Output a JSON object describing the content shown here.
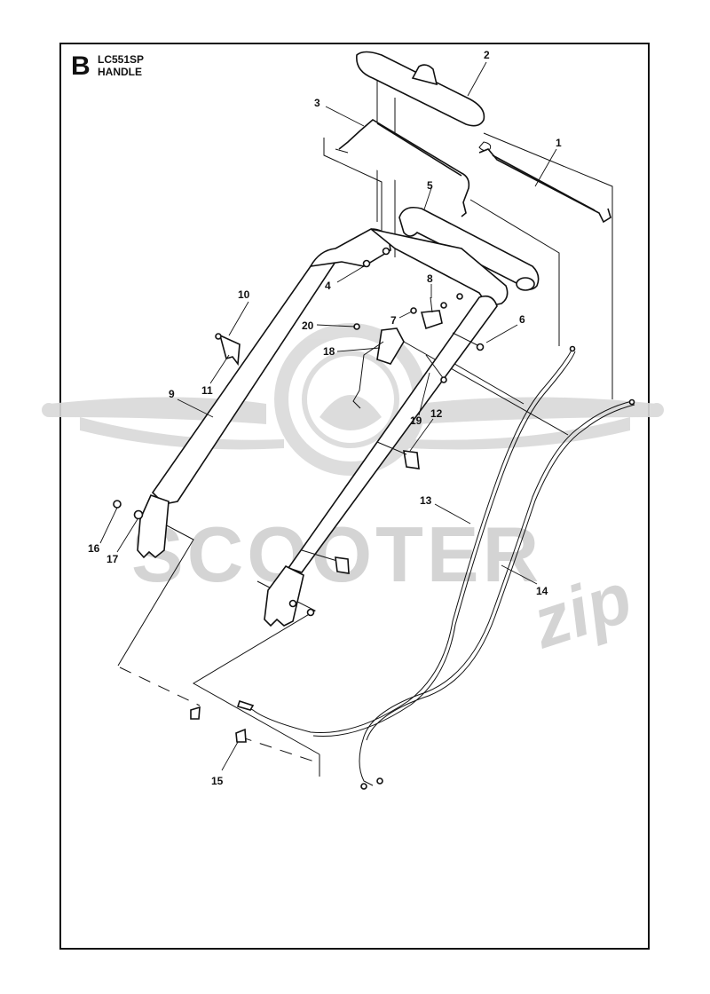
{
  "header": {
    "section_letter": "B",
    "model": "LC551SP",
    "title": "HANDLE"
  },
  "watermark": {
    "brand": "SCOOTER",
    "sub": "zip",
    "color": "#d4d4d4"
  },
  "callouts": [
    {
      "id": "c1",
      "label": "1"
    },
    {
      "id": "c2",
      "label": "2"
    },
    {
      "id": "c3",
      "label": "3"
    },
    {
      "id": "c4",
      "label": "4"
    },
    {
      "id": "c5",
      "label": "5"
    },
    {
      "id": "c6",
      "label": "6"
    },
    {
      "id": "c7",
      "label": "7"
    },
    {
      "id": "c8",
      "label": "8"
    },
    {
      "id": "c9",
      "label": "9"
    },
    {
      "id": "c10",
      "label": "10"
    },
    {
      "id": "c11",
      "label": "11"
    },
    {
      "id": "c12",
      "label": "12"
    },
    {
      "id": "c13",
      "label": "13"
    },
    {
      "id": "c14",
      "label": "14"
    },
    {
      "id": "c15",
      "label": "15"
    },
    {
      "id": "c16",
      "label": "16"
    },
    {
      "id": "c17",
      "label": "17"
    },
    {
      "id": "c18",
      "label": "18"
    },
    {
      "id": "c19",
      "label": "19"
    },
    {
      "id": "c20",
      "label": "20"
    }
  ]
}
